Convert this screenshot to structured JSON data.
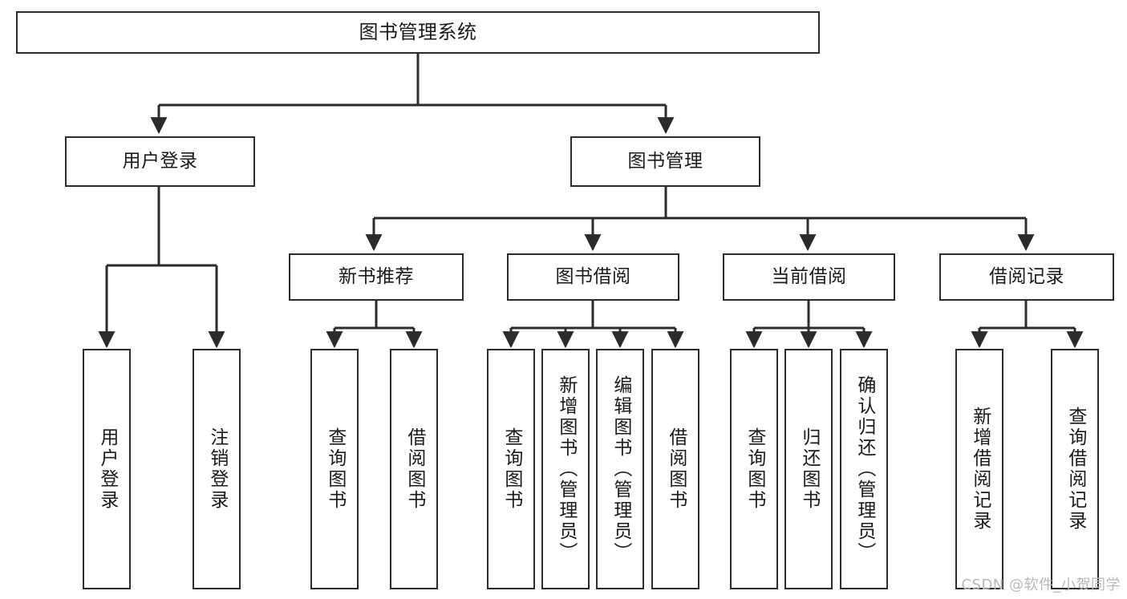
{
  "diagram": {
    "title": "图书管理系统",
    "watermark": "CSDN @软件_小贺同学",
    "line_color": "#2b2b2b",
    "box_fill": "#ffffff",
    "text_color": "#1a1a1a",
    "watermark_color": "#b9b9b9",
    "nodes": {
      "root": {
        "label": "图书管理系统"
      },
      "level2": [
        {
          "id": "user-login",
          "label": "用户登录"
        },
        {
          "id": "book-manage",
          "label": "图书管理"
        }
      ],
      "level3": [
        {
          "id": "new-book-recommend",
          "label": "新书推荐"
        },
        {
          "id": "book-borrow",
          "label": "图书借阅"
        },
        {
          "id": "current-borrow",
          "label": "当前借阅"
        },
        {
          "id": "borrow-record",
          "label": "借阅记录"
        }
      ],
      "leaves": {
        "user-login": [
          {
            "id": "leaf-user-login",
            "label": "用户登录"
          },
          {
            "id": "leaf-user-logout",
            "label": "注销登录"
          }
        ],
        "new-book-recommend": [
          {
            "id": "leaf-query-book-1",
            "label": "查询图书"
          },
          {
            "id": "leaf-borrow-book-1",
            "label": "借阅图书"
          }
        ],
        "book-borrow": [
          {
            "id": "leaf-query-book-2",
            "label": "查询图书"
          },
          {
            "id": "leaf-add-book",
            "label": "新增图书（管理员）"
          },
          {
            "id": "leaf-edit-book",
            "label": "编辑图书（管理员）"
          },
          {
            "id": "leaf-borrow-book-2",
            "label": "借阅图书"
          }
        ],
        "current-borrow": [
          {
            "id": "leaf-query-book-3",
            "label": "查询图书"
          },
          {
            "id": "leaf-return-book",
            "label": "归还图书"
          },
          {
            "id": "leaf-confirm-return",
            "label": "确认归还（管理员）"
          }
        ],
        "borrow-record": [
          {
            "id": "leaf-add-record",
            "label": "新增借阅记录"
          },
          {
            "id": "leaf-query-record",
            "label": "查询借阅记录"
          }
        ]
      }
    }
  }
}
